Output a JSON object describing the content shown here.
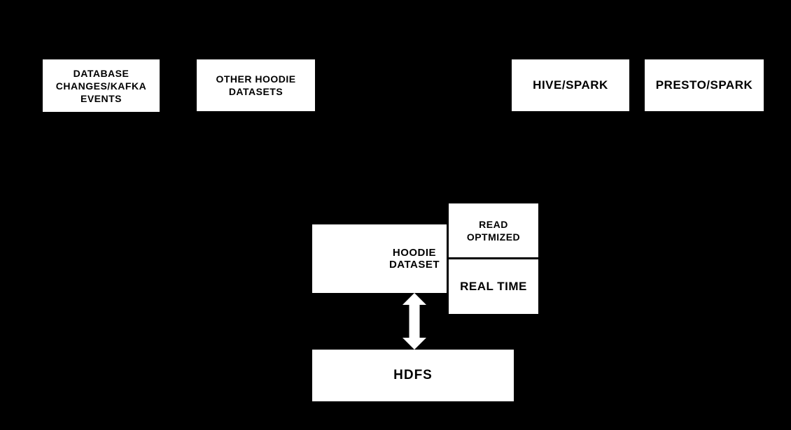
{
  "canvas": {
    "background_color": "#000000",
    "node_fill_color": "#ffffff",
    "node_text_color": "#000000",
    "arrow_color": "#ffffff"
  },
  "nodes": {
    "database_changes": {
      "label": "DATABASE\nCHANGES/KAFKA\nEVENTS"
    },
    "other_hoodie_datasets": {
      "label": "OTHER HOODIE\nDATASETS"
    },
    "hive_spark": {
      "label": "HIVE/SPARK"
    },
    "presto_spark": {
      "label": "PRESTO/SPARK"
    },
    "hoodie_dataset": {
      "label": "HOODIE\nDATASET"
    },
    "read_optmized": {
      "label": "READ\nOPTMIZED"
    },
    "real_time": {
      "label": "REAL TIME"
    },
    "hdfs": {
      "label": "HDFS"
    }
  },
  "icons": {
    "hdfs_sync_arrow": "double-headed-vertical-arrow"
  }
}
